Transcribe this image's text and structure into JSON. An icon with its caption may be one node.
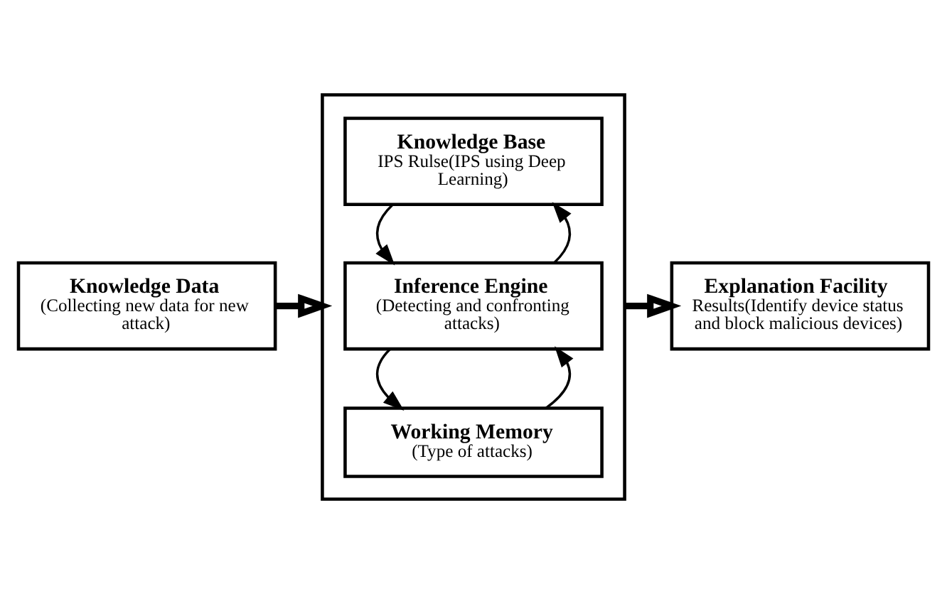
{
  "diagram": {
    "nodes": [
      {
        "text": [
          "Knowledge Data",
          "(Collecting new data for new attack)"
        ]
      },
      {
        "text": [],
        "shape": "box"
      },
      {
        "text": [
          "Knowledge Base",
          "IPS Rulse(IPS using Deep Learning)"
        ],
        "in": 1
      },
      {
        "text": [
          "Inference Engine",
          "(Detecting and confronting attacks)"
        ],
        "in": 1
      },
      {
        "text": [
          "Working Memory",
          "(Type of attacks)"
        ],
        "in": 1
      },
      {
        "text": [
          "Explanation Facility",
          "Results(Identify device status and block malicious devices)"
        ]
      }
    ],
    "edges": [
      {
        "from": 0,
        "to": 1,
        "arrow": "to",
        "style": "thick"
      },
      {
        "from": 3,
        "to": 2,
        "arrow": "to"
      },
      {
        "from": 2,
        "to": 3,
        "arrow": "to"
      },
      {
        "from": 4,
        "to": 3,
        "arrow": "to"
      },
      {
        "from": 3,
        "to": 4,
        "arrow": "to"
      },
      {
        "from": 1,
        "to": 5,
        "arrow": "to",
        "style": "thick"
      }
    ]
  }
}
